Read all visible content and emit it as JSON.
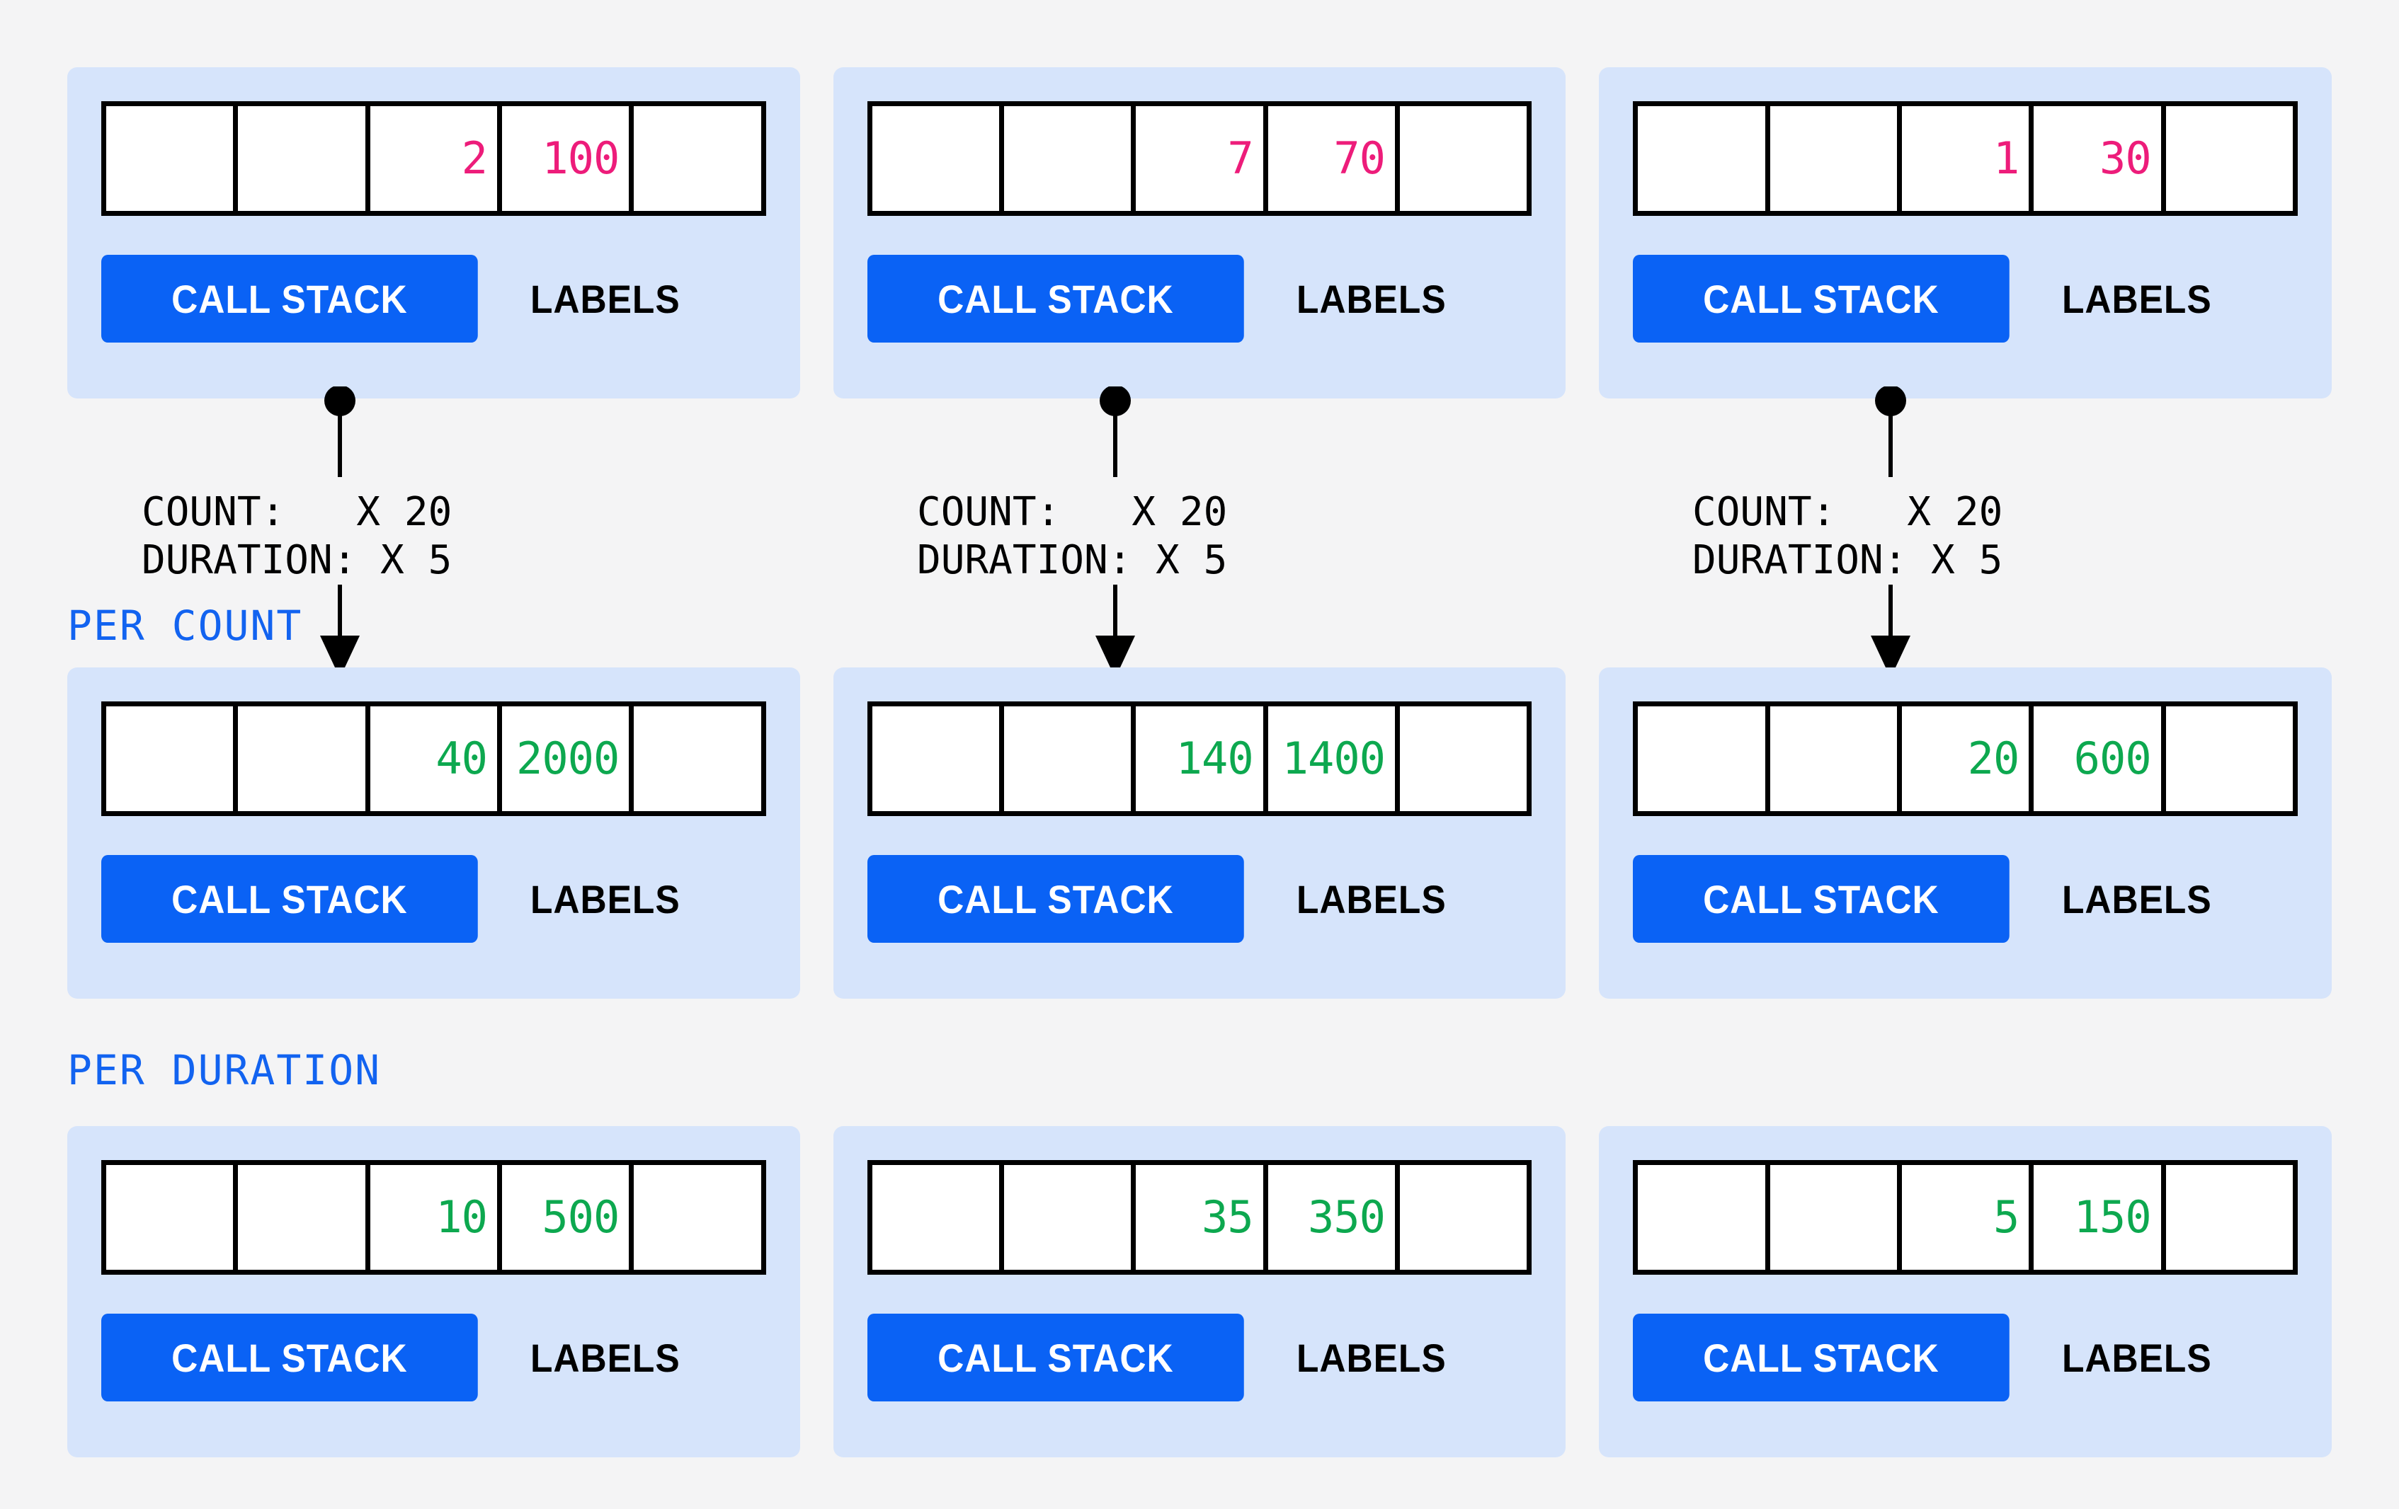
{
  "page": {
    "background_color": "#F4F4F5",
    "card_color": "#D6E4FB",
    "accent_blue": "#0A62F5",
    "label_blue": "#1263F0",
    "pink_value_color": "#ED1C7A",
    "green_value_color": "#0DA84F"
  },
  "buttons": {
    "call_stack_label": "CALL STACK",
    "labels_label": "LABELS"
  },
  "section_labels": {
    "per_count": "PER COUNT",
    "per_duration": "PER DURATION"
  },
  "connector": {
    "count_line": "COUNT:   X 20",
    "duration_line": "DURATION: X 5",
    "count_label": "COUNT:",
    "count_multiplier": "X 20",
    "duration_label": "DURATION:",
    "duration_multiplier": "X 5"
  },
  "rows": [
    {
      "id": "raw",
      "value_color": "pink",
      "cards": [
        {
          "cells": [
            "",
            "",
            "2",
            "100",
            ""
          ]
        },
        {
          "cells": [
            "",
            "",
            "7",
            "70",
            ""
          ]
        },
        {
          "cells": [
            "",
            "",
            "1",
            "30",
            ""
          ]
        }
      ]
    },
    {
      "id": "per-count",
      "value_color": "green",
      "cards": [
        {
          "cells": [
            "",
            "",
            "40",
            "2000",
            ""
          ]
        },
        {
          "cells": [
            "",
            "",
            "140",
            "1400",
            ""
          ]
        },
        {
          "cells": [
            "",
            "",
            "20",
            "600",
            ""
          ]
        }
      ]
    },
    {
      "id": "per-duration",
      "value_color": "green",
      "cards": [
        {
          "cells": [
            "",
            "",
            "10",
            "500",
            ""
          ]
        },
        {
          "cells": [
            "",
            "",
            "35",
            "350",
            ""
          ]
        },
        {
          "cells": [
            "",
            "",
            "5",
            "150",
            ""
          ]
        }
      ]
    }
  ],
  "chart_data": {
    "type": "table",
    "title": "",
    "columns": [
      "cell1",
      "cell2",
      "count",
      "duration",
      "cell5"
    ],
    "groups": [
      {
        "name": "raw",
        "label": "",
        "color": "#ED1C7A",
        "rows": [
          {
            "count": 2,
            "duration": 100
          },
          {
            "count": 7,
            "duration": 70
          },
          {
            "count": 1,
            "duration": 30
          }
        ]
      },
      {
        "name": "per-count",
        "label": "PER COUNT",
        "color": "#0DA84F",
        "multiplier_count": 20,
        "multiplier_duration": 5,
        "rows": [
          {
            "count": 40,
            "duration": 2000
          },
          {
            "count": 140,
            "duration": 1400
          },
          {
            "count": 20,
            "duration": 600
          }
        ]
      },
      {
        "name": "per-duration",
        "label": "PER DURATION",
        "color": "#0DA84F",
        "rows": [
          {
            "count": 10,
            "duration": 500
          },
          {
            "count": 35,
            "duration": 350
          },
          {
            "count": 5,
            "duration": 150
          }
        ]
      }
    ]
  }
}
